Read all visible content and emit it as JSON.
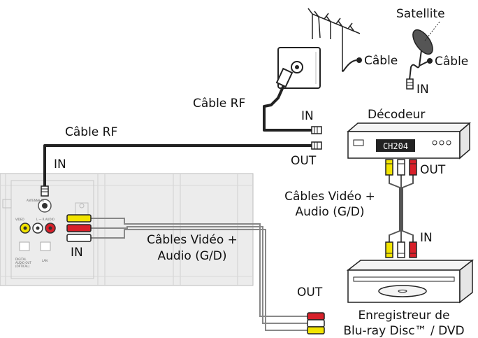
{
  "labels": {
    "satellite": "Satellite",
    "cable_antenna": "Câble",
    "cable_satellite": "Câble",
    "satellite_in": "IN",
    "rf_cable_top": "Câble RF",
    "decoder_in": "IN",
    "decoder": "Décodeur",
    "rf_cable_left": "Câble RF",
    "decoder_out": "OUT",
    "tv_in": "IN",
    "decoder_display": "CH204",
    "decoder_av_out": "OUT",
    "av_cables_right_line1": "Câbles Vidéo +",
    "av_cables_right_line2": "Audio (G/D)",
    "recorder_in": "IN",
    "av_cables_left_line1": "Câbles Vidéo +",
    "av_cables_left_line2": "Audio (G/D)",
    "tv_av_in": "IN",
    "recorder_out": "OUT",
    "recorder_line1": "Enregistreur de",
    "recorder_line2": "Blu-ray Disc™ / DVD"
  },
  "colors": {
    "yellow": "#f2e400",
    "red": "#d8202a",
    "white": "#ffffff",
    "tv_panel": "#ececec",
    "cable": "#222222"
  }
}
